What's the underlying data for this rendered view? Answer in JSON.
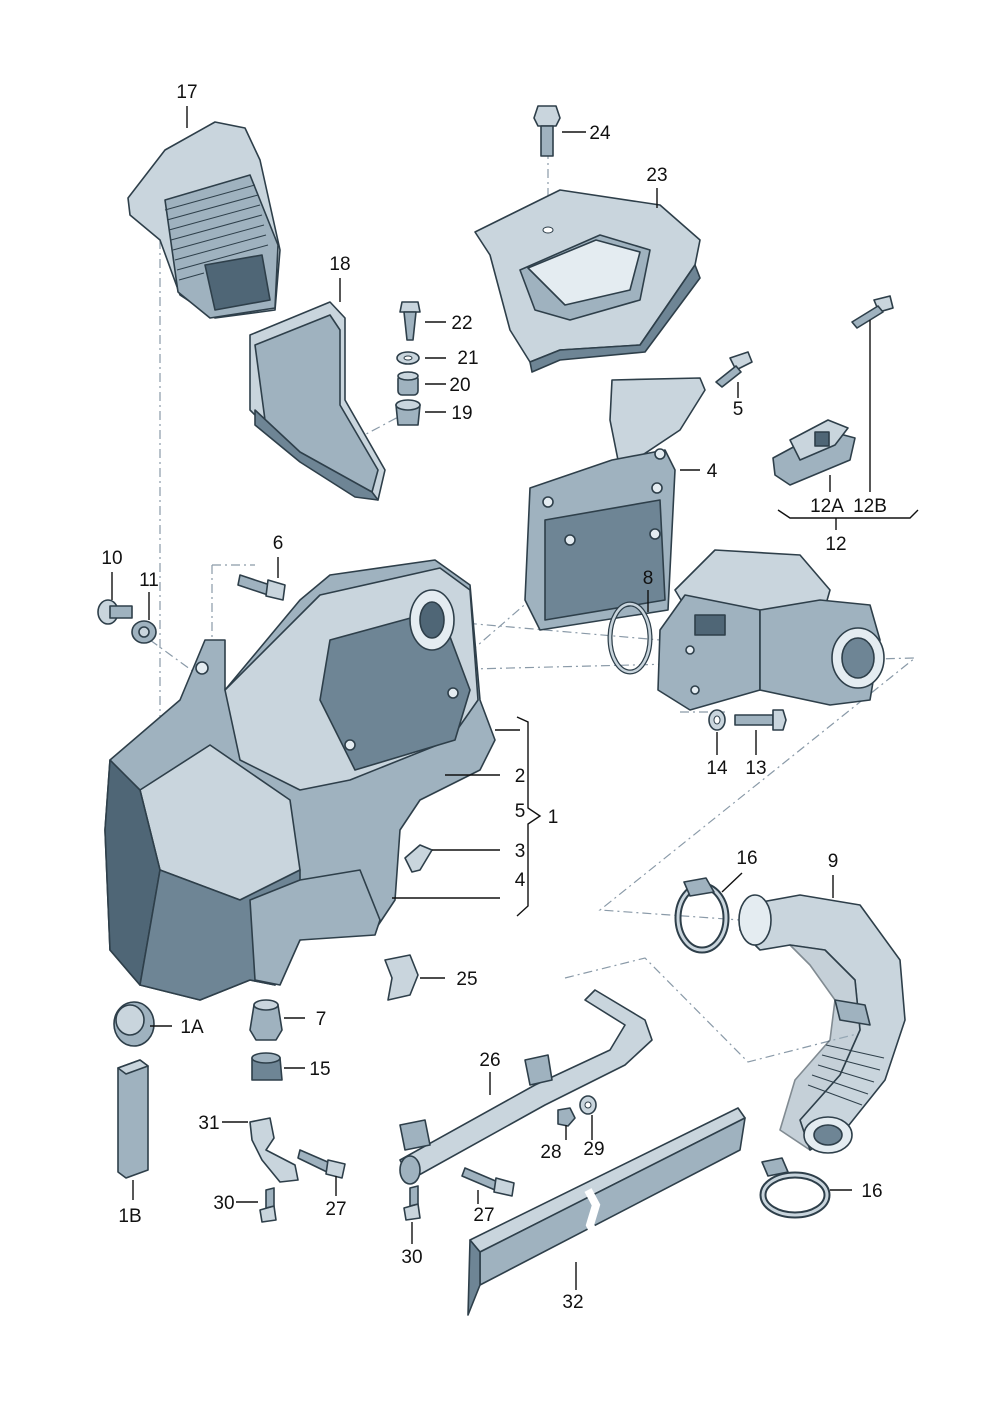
{
  "labels": {
    "l1": "1",
    "l1A": "1A",
    "l1B": "1B",
    "l2": "2",
    "l3": "3",
    "l4a": "4",
    "l4b": "4",
    "l5a": "5",
    "l5b": "5",
    "l6": "6",
    "l7": "7",
    "l8": "8",
    "l9": "9",
    "l10": "10",
    "l11": "11",
    "l12": "12",
    "l12A": "12A",
    "l12B": "12B",
    "l13": "13",
    "l14": "14",
    "l15": "15",
    "l16a": "16",
    "l16b": "16",
    "l17": "17",
    "l18": "18",
    "l19": "19",
    "l20": "20",
    "l21": "21",
    "l22": "22",
    "l23": "23",
    "l24": "24",
    "l25": "25",
    "l26": "26",
    "l27a": "27",
    "l27b": "27",
    "l28": "28",
    "l29": "29",
    "l30a": "30",
    "l30b": "30",
    "l31": "31",
    "l32": "32"
  },
  "colors": {
    "part_light": "#c9d5dd",
    "part_mid": "#9fb2bf",
    "part_dark": "#6e8595",
    "outline": "#2e3f4a"
  }
}
